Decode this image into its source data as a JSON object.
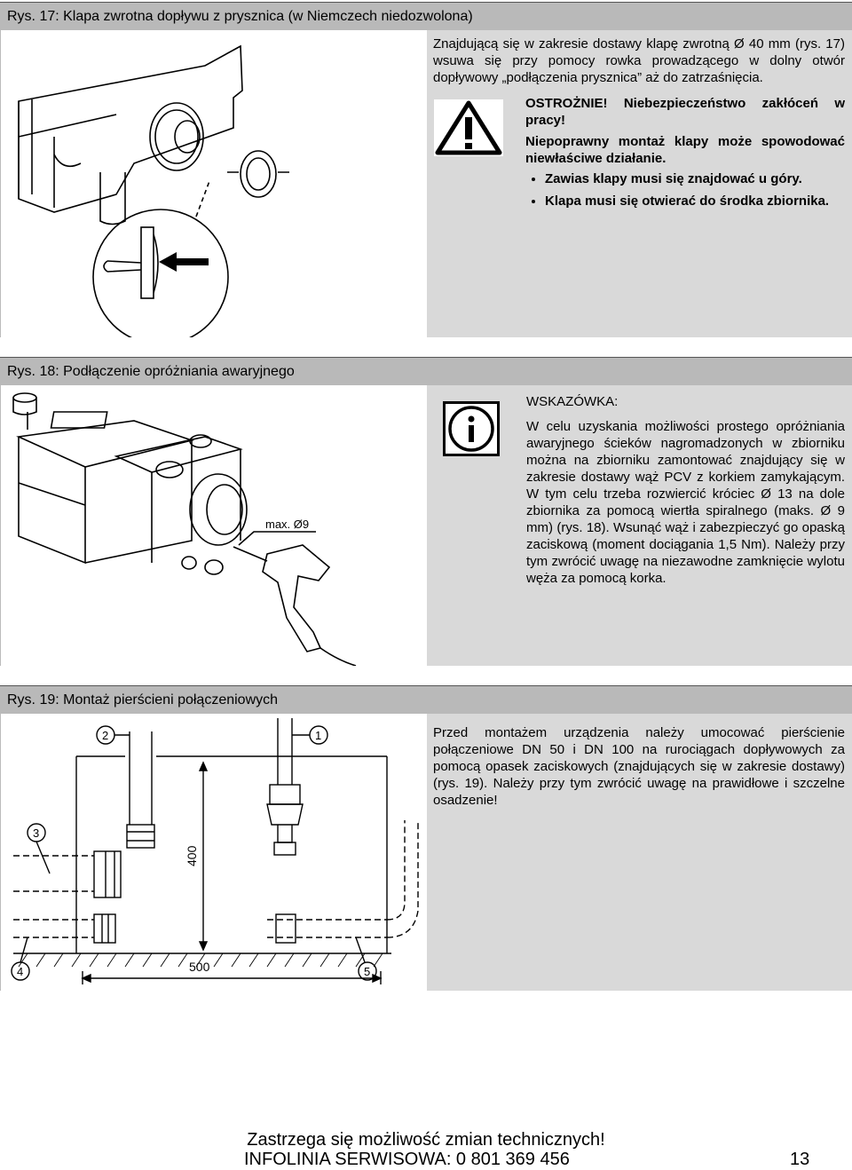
{
  "section1": {
    "title": "Rys. 17: Klapa zwrotna dopływu z prysznica (w Niemczech niedozwolona)",
    "intro": "Znajdującą się w zakresie dostawy klapę zwrotną Ø 40 mm (rys. 17) wsuwa się przy pomocy rowka prowadzącego w dolny otwór dopływowy „podłączenia prysznica” aż do zatrzaśnięcia.",
    "warning_caution": "OSTROŻNIE!",
    "warning_title": "Niebezpieczeństwo zakłóceń w pracy!",
    "warning_bold": "Niepoprawny montaż klapy może spowodować niewłaściwe działanie.",
    "bullets": [
      "Zawias klapy musi się znajdować u góry.",
      "Klapa musi się otwierać do środka zbiornika."
    ],
    "warning_icon": "warning-triangle-icon"
  },
  "section2": {
    "title": "Rys. 18: Podłączenie opróżniania awaryjnego",
    "note_label": "WSKAZÓWKA:",
    "note_text": "W celu uzyskania możliwości prostego opróżniania awaryjnego ścieków nagromadzonych w zbiorniku można na zbiorniku zamontować znajdujący się w zakresie dostawy wąż PCV z korkiem zamykającym. W tym celu trzeba rozwiercić króciec Ø 13 na dole zbiornika za pomocą wiertła spiralnego (maks. Ø 9 mm) (rys. 18). Wsunąć wąż i zabezpieczyć go opaską zaciskową (moment dociągania 1,5 Nm). Należy przy tym zwrócić uwagę na niezawodne zamknięcie wylotu węża za pomocą korka.",
    "figure_label": "max. Ø9",
    "info_icon": "info-icon"
  },
  "section3": {
    "title": "Rys. 19: Montaż pierścieni połączeniowych",
    "text": "Przed montażem urządzenia należy umocować pierścienie połączeniowe DN 50 i DN 100 na rurociągach dopływowych za pomocą opasek zaciskowych (znajdujących się w zakresie dostawy) (rys. 19). Należy przy tym zwrócić uwagę na prawidłowe i szczelne osadzenie!",
    "dimension_vertical": "400",
    "dimension_horizontal": "500",
    "callouts": [
      "1",
      "2",
      "3",
      "4",
      "5"
    ]
  },
  "footer": {
    "line1": "Zastrzega się możliwość zmian technicznych!",
    "line2": "INFOLINIA SERWISOWA: 0 801 369 456",
    "page_number": "13"
  }
}
